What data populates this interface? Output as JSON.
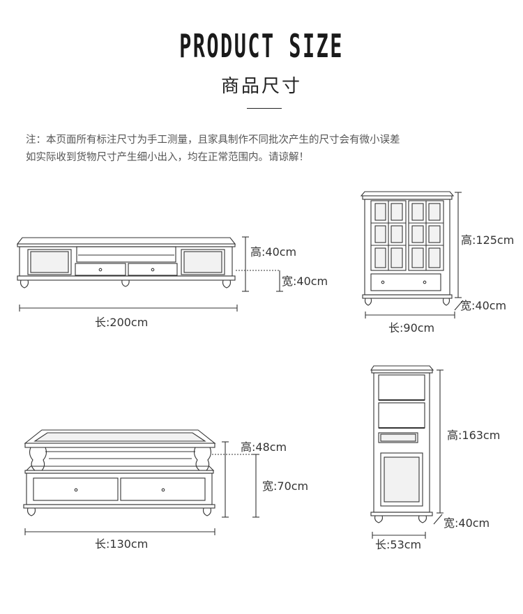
{
  "header": {
    "title_en": "PRODUCT SIZE",
    "title_cn": "商品尺寸"
  },
  "note": {
    "line1": "注：本页面所有标注尺寸为手工测量，且家具制作不同批次产生的尺寸会有微小误差",
    "line2": "如实际收到货物尺寸产生细小出入，均在正常范围内。请谅解！"
  },
  "products": {
    "tv_cabinet": {
      "height": "高:40cm",
      "width": "宽:40cm",
      "length": "长:200cm"
    },
    "glass_cabinet": {
      "height": "高:125cm",
      "width": "宽:40cm",
      "length": "长:90cm"
    },
    "coffee_table": {
      "height": "高:48cm",
      "width": "宽:70cm",
      "length": "长:130cm"
    },
    "bookshelf": {
      "height": "高:163cm",
      "width": "宽:40cm",
      "length": "长:53cm"
    }
  },
  "colors": {
    "line": "#333333",
    "text": "#333333",
    "note": "#555555"
  }
}
